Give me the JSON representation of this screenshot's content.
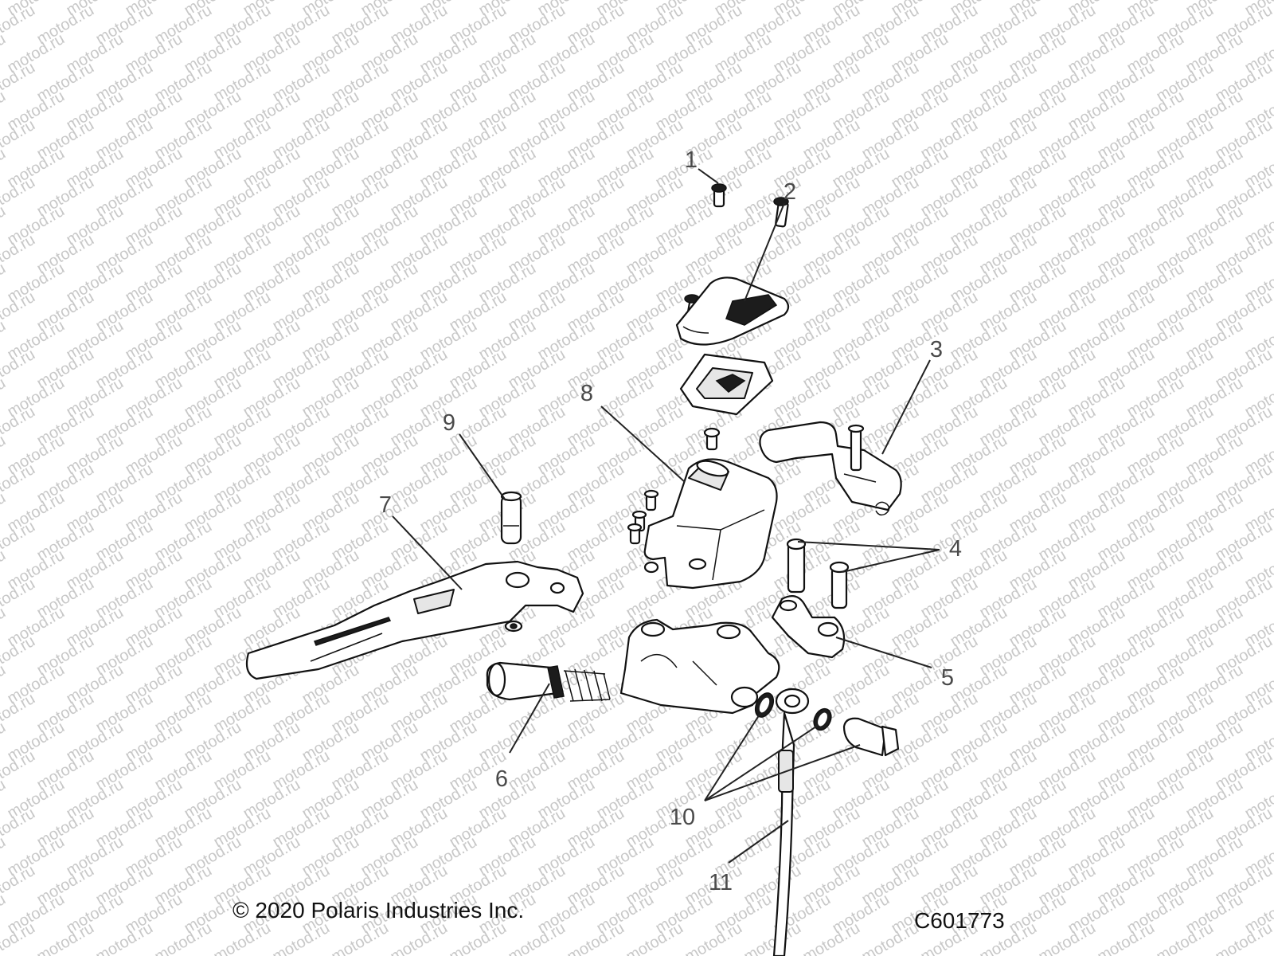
{
  "watermark": {
    "text": "motod.ru"
  },
  "callouts": [
    {
      "id": "1",
      "label": "1"
    },
    {
      "id": "2",
      "label": "2"
    },
    {
      "id": "3",
      "label": "3"
    },
    {
      "id": "4",
      "label": "4"
    },
    {
      "id": "5",
      "label": "5"
    },
    {
      "id": "6",
      "label": "6"
    },
    {
      "id": "7",
      "label": "7"
    },
    {
      "id": "8",
      "label": "8"
    },
    {
      "id": "9",
      "label": "9"
    },
    {
      "id": "10",
      "label": "10"
    },
    {
      "id": "11",
      "label": "11"
    }
  ],
  "footer": {
    "copyright": "© 2020 Polaris Industries Inc.",
    "figure_code": "C601773"
  }
}
